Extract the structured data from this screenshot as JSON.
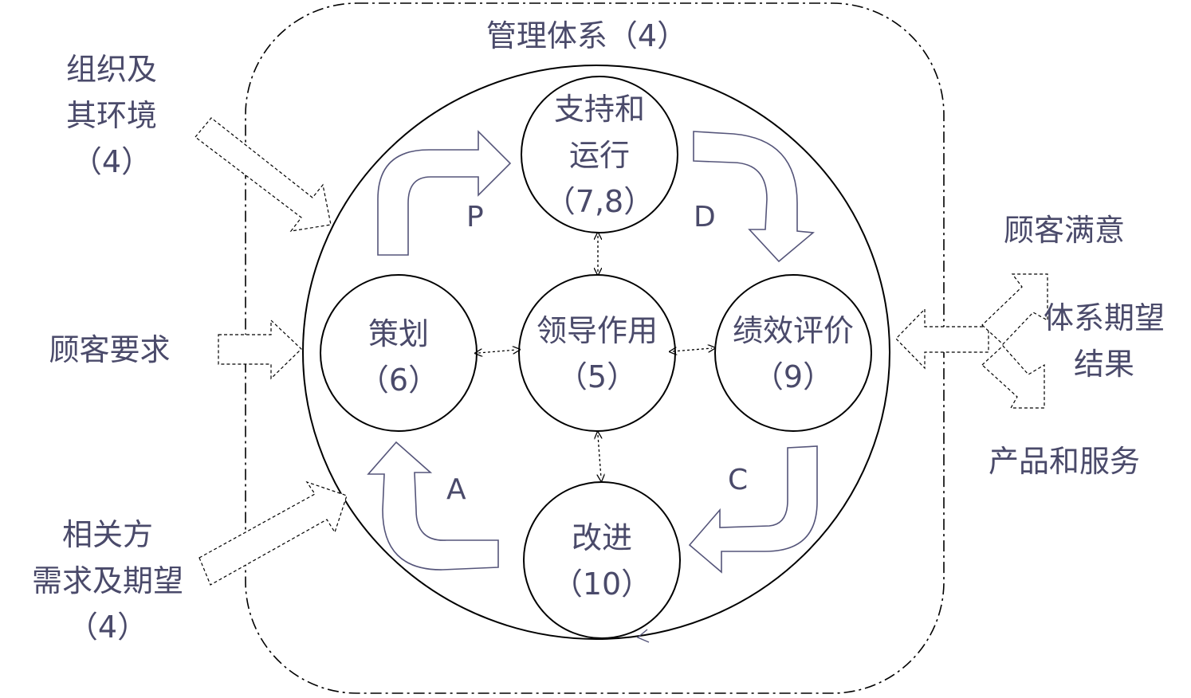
{
  "system": {
    "title": "管理体系（4）"
  },
  "nodes": {
    "support": {
      "line1": "支持和",
      "line2": "运行",
      "line3": "（7,8）"
    },
    "planning": {
      "line1": "策划",
      "line2": "（6）"
    },
    "leadership": {
      "line1": "领导作用",
      "line2": "（5）"
    },
    "evaluation": {
      "line1": "绩效评价",
      "line2": "（9）"
    },
    "improvement": {
      "line1": "改进",
      "line2": "（10）"
    }
  },
  "cycle": {
    "p": "P",
    "d": "D",
    "c": "C",
    "a": "A"
  },
  "inputs": {
    "organization": {
      "line1": "组织及",
      "line2": "其环境",
      "line3": "（4）"
    },
    "customer_requirements": {
      "line1": "顾客要求"
    },
    "interested_parties": {
      "line1": "相关方",
      "line2": "需求及期望",
      "line3": "（4）"
    }
  },
  "outputs": {
    "customer_satisfaction": "顾客满意",
    "system_results": {
      "line1": "体系期望",
      "line2": "结果"
    },
    "products_services": "产品和服务"
  },
  "colors": {
    "text": "#4a4a6a",
    "line": "#000000",
    "arrow": "#55557a"
  }
}
